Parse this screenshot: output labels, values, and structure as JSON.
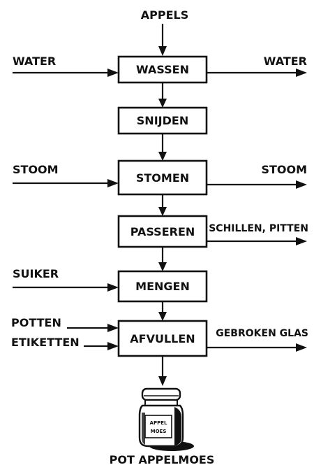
{
  "top_input": "APPELS",
  "steps": [
    "WASSEN",
    "SNIJDEN",
    "STOMEN",
    "PASSEREN",
    "MENGEN",
    "AFVULLEN"
  ],
  "inputs": {
    "wassen": "WATER",
    "stomen": "STOOM",
    "mengen": "SUIKER",
    "afvullen_1": "POTTEN",
    "afvullen_2": "ETIKETTEN"
  },
  "outputs": {
    "wassen": "WATER",
    "stomen": "STOOM",
    "passeren": "SCHILLEN, PITTEN",
    "afvullen": "GEBROKEN GLAS"
  },
  "jar_label": [
    "APPEL",
    "MOES"
  ],
  "final_product": "POT APPELMOES"
}
